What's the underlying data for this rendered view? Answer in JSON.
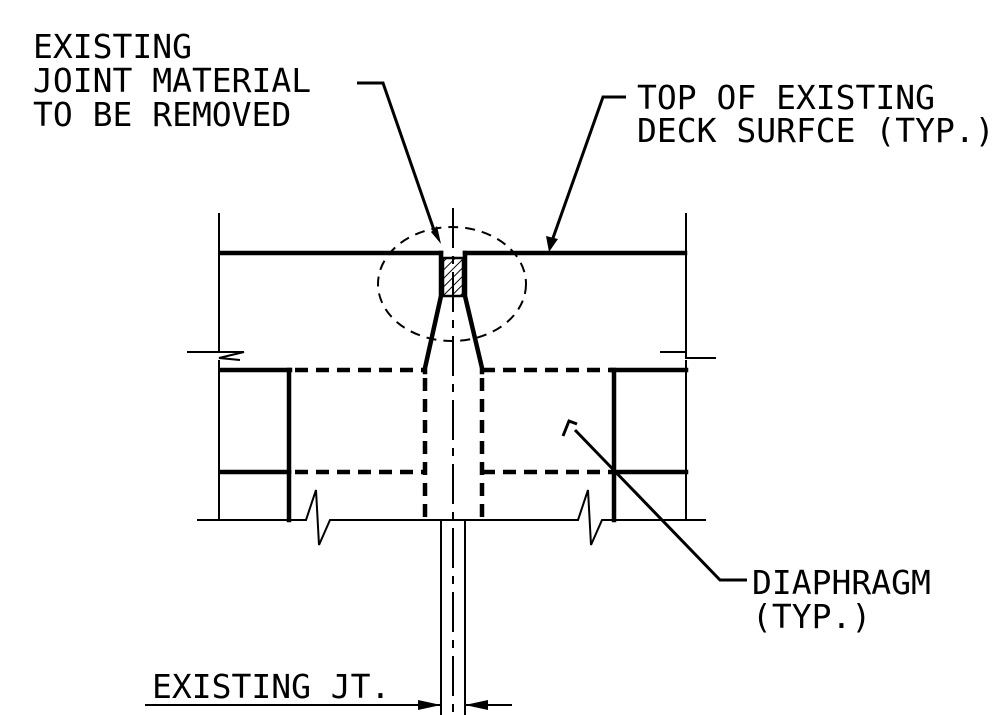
{
  "labels": {
    "joint_material": [
      "EXISTING",
      "JOINT MATERIAL",
      "TO BE REMOVED"
    ],
    "deck_surface": [
      "TOP OF EXISTING",
      "DECK SURFCE (TYP.)"
    ],
    "diaphragm": [
      "DIAPHRAGM",
      "(TYP.)"
    ],
    "existing_joint": "EXISTING JT."
  },
  "colors": {
    "line": "#000000",
    "background": "#ffffff"
  }
}
